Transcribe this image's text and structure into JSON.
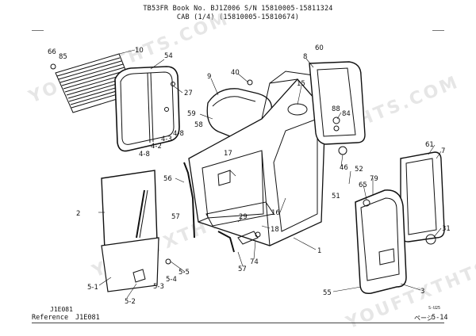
{
  "header": {
    "line1": "TB53FR  Book No. BJ1Z006  S/N 15810005-15811324",
    "line2": "CAB (1/4)  (15810005-15810674)"
  },
  "watermark": "YOUFTXTHTS.COM",
  "footer": {
    "code": "J1E081",
    "reference_label": "Reference",
    "reference_value": "J1E081",
    "small_code": "S-U25",
    "page_label": "ページ",
    "page_number": "5-14"
  },
  "callouts": {
    "c66": "66",
    "c85": "85",
    "c10": "10",
    "c54": "54",
    "c27": "27",
    "c9": "9",
    "c40": "40",
    "c15": "15",
    "c8": "8",
    "c60": "60",
    "c59": "59",
    "c58": "58",
    "c88": "88",
    "c84": "84",
    "c4_3": "4-3",
    "c4_8a": "4-8",
    "c4_2": "4-2",
    "c4_8b": "4-8",
    "c17": "17",
    "c46": "46",
    "c52": "52",
    "c61": "61",
    "c7": "7",
    "c56": "56",
    "c79": "79",
    "c65": "65",
    "c51": "51",
    "c2": "2",
    "c16": "16",
    "c57a": "57",
    "c29": "29",
    "c18": "18",
    "c31": "31",
    "c1": "1",
    "c74": "74",
    "c57b": "57",
    "c5_5": "5-5",
    "c5_4": "5-4",
    "c5_3": "5-3",
    "c5_1": "5-1",
    "c5_2": "5-2",
    "c55": "55",
    "c3": "3"
  }
}
